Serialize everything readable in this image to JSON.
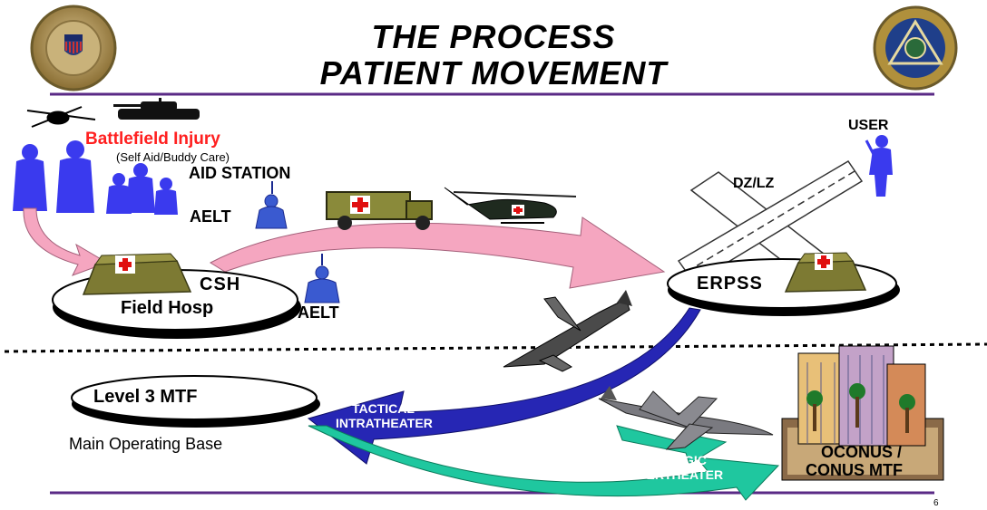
{
  "title": {
    "line1": "THE PROCESS",
    "line2": "PATIENT MOVEMENT"
  },
  "labels": {
    "battlefield_injury": "Battlefield Injury",
    "self_aid": "(Self Aid/Buddy Care)",
    "aid_station": "AID STATION",
    "aelt": "AELT",
    "csh": "CSH",
    "field_hosp": "Field Hosp",
    "aelt2": "AELT",
    "user": "USER",
    "dz_lz": "DZ/LZ",
    "erpss": "ERPSS",
    "level3": "Level 3 MTF",
    "main_base": "Main Operating Base",
    "tactical": "TACTICAL",
    "intratheater": "INTRATHEATER",
    "strategic": "STRATEGIC",
    "intertheater": "INTERTHEATER",
    "oconus": "OCONUS /",
    "conus": "CONUS MTF",
    "page_number": "6"
  },
  "colors": {
    "battlefield_red": "#ff2020",
    "soldier_blue": "#3a3aee",
    "pink_arrow": "#f5a6c0",
    "tactical_arrow": "#2626b4",
    "strategic_arrow": "#1fc79f",
    "rule_purple": "#5a2a86",
    "tent_olive": "#7d7a33"
  }
}
